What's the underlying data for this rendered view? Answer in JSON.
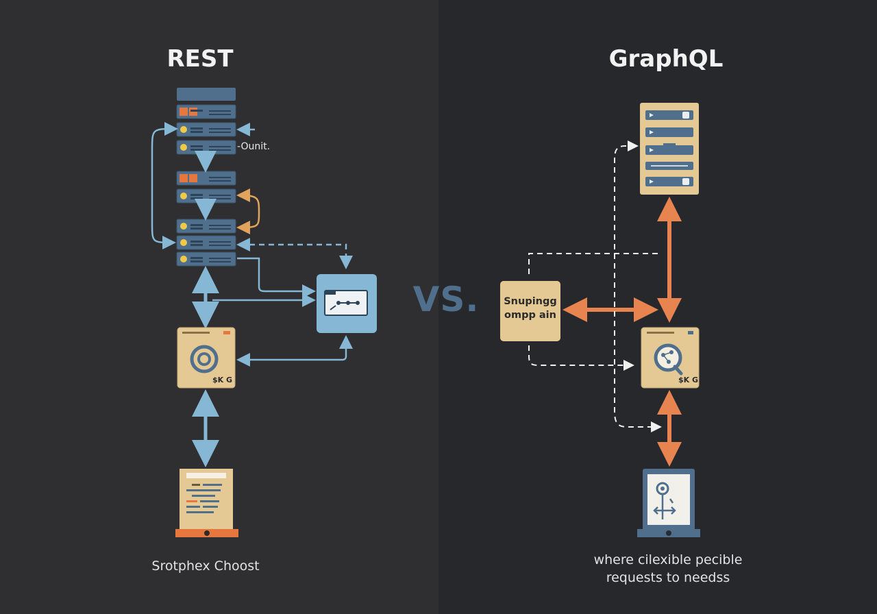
{
  "left": {
    "title": "REST",
    "side_label": "-Ounit.",
    "component_label": "$K G",
    "caption": "Srotphex Choost"
  },
  "divider": {
    "label": "VS."
  },
  "right": {
    "title": "GraphQL",
    "box_line1": "Snupingg",
    "box_line2": "ompp ain",
    "component_label": "$K G",
    "caption_line1": "where cilexible pecible",
    "caption_line2": "requests to needss"
  },
  "colors": {
    "rest_arrow": "#86b8d6",
    "graphql_arrow": "#e8844f",
    "server_blue": "#4f6f8c",
    "tan": "#e4c995",
    "accent_orange": "#e6783f",
    "loop_orange": "#e2a45c"
  }
}
